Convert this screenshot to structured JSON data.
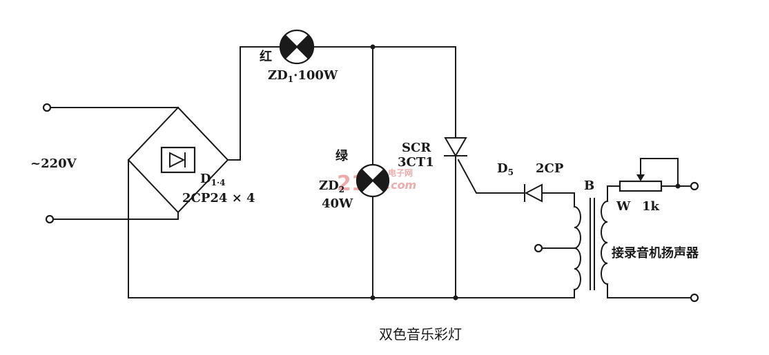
{
  "caption": "双色音乐彩灯",
  "source": {
    "label": "~220V"
  },
  "bridge": {
    "name": "D",
    "sub": "1·4",
    "part": "2CP24 × 4"
  },
  "lamp_red": {
    "color_label": "红",
    "name": "ZD",
    "sub": "1",
    "rating": "·100W"
  },
  "lamp_green": {
    "color_label": "绿",
    "name": "ZD",
    "sub": "2",
    "rating": "40W"
  },
  "scr": {
    "name": "SCR",
    "part": "3CT1"
  },
  "diode": {
    "name": "D",
    "sub": "5",
    "part": "2CP"
  },
  "transformer": {
    "name": "B"
  },
  "pot": {
    "name": "W",
    "value": "1k"
  },
  "output": {
    "label": "接录音机扬声器"
  },
  "watermark": {
    "main": "21ic",
    "cn": "电子网",
    "com": ".com"
  },
  "colors": {
    "ink": "#1a1a1a",
    "paper": "#ffffff",
    "watermark": "#e06a6a"
  }
}
